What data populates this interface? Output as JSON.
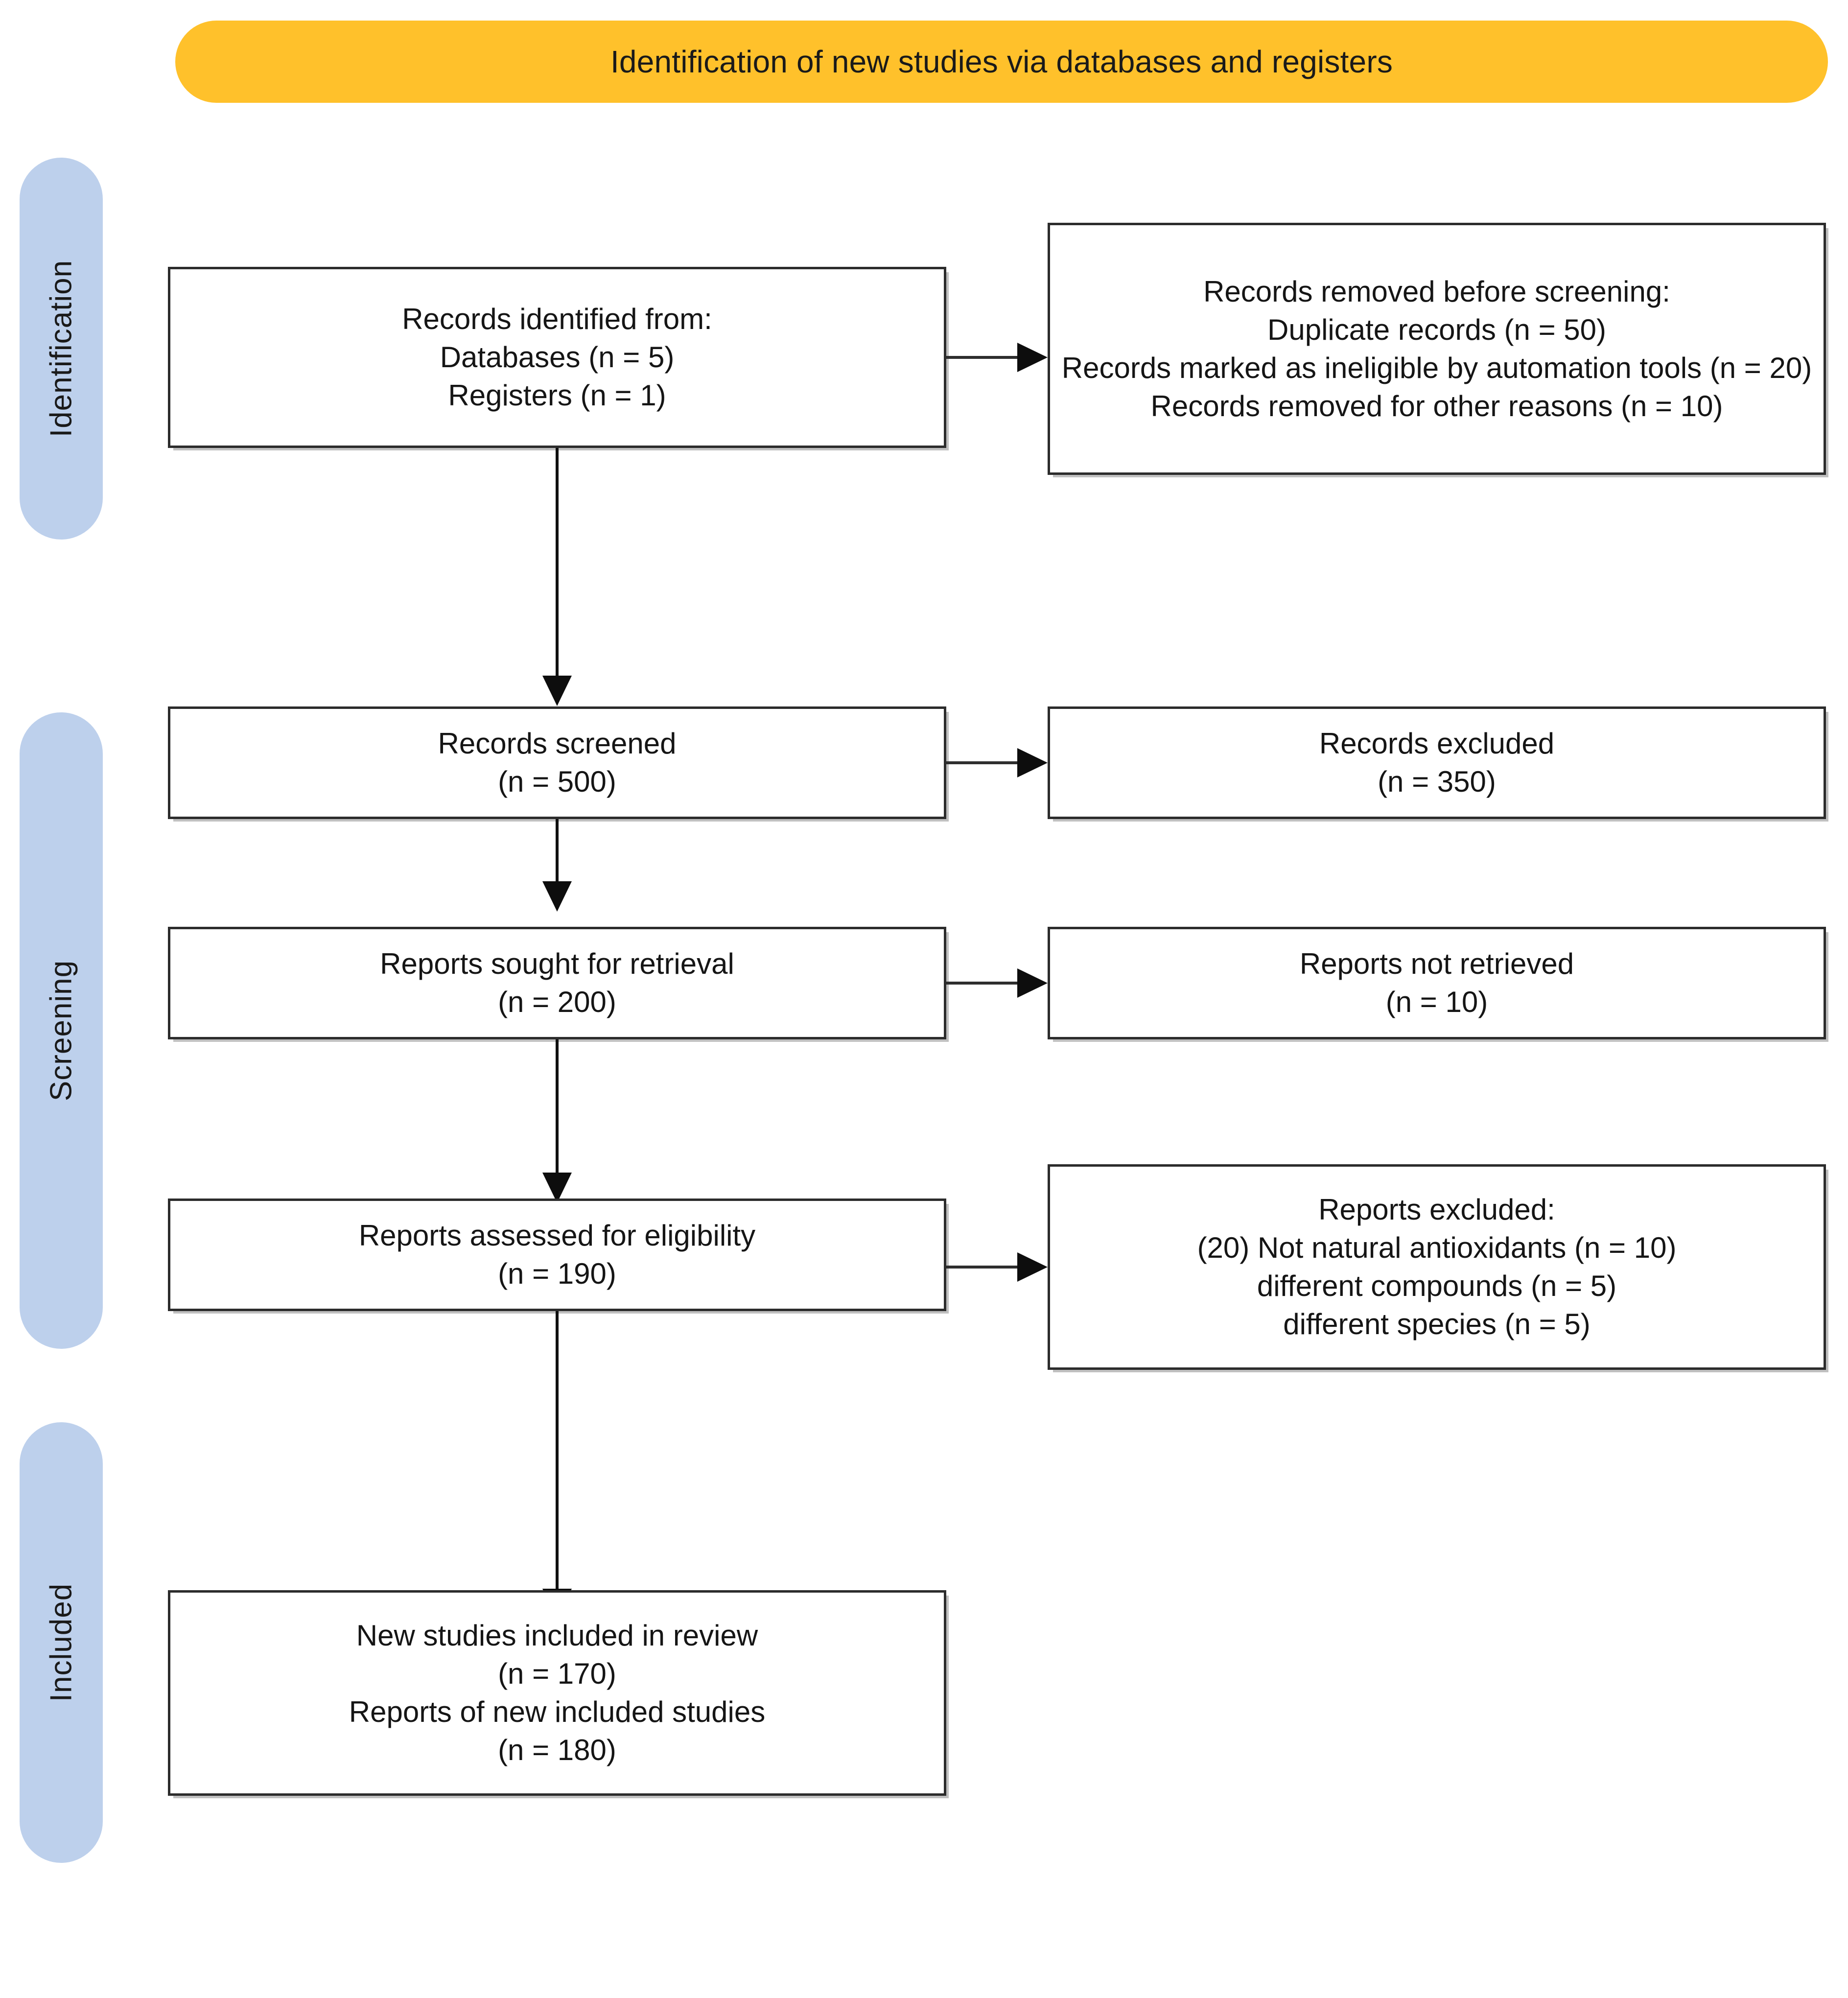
{
  "banner": {
    "title": "Identification of new studies via databases and registers",
    "color": "#FFC12B"
  },
  "stages": [
    {
      "label": "Identification",
      "color": "#BDD0EC"
    },
    {
      "label": "Screening",
      "color": "#BDD0EC"
    },
    {
      "label": "Included",
      "color": "#BDD0EC"
    }
  ],
  "boxes": {
    "records_identified": {
      "lines": [
        "Records identified from:",
        "Databases (n = 5)",
        "Registers (n = 1)"
      ]
    },
    "records_removed": {
      "lines": [
        "Records removed before screening:",
        "Duplicate records (n = 50)",
        "Records marked as ineligible by automation tools (n = 20)",
        "Records removed for other reasons (n = 10)"
      ]
    },
    "records_screened": {
      "lines": [
        "Records screened",
        "(n = 500)"
      ]
    },
    "records_excluded": {
      "lines": [
        "Records excluded",
        "(n = 350)"
      ]
    },
    "reports_sought": {
      "lines": [
        "Reports sought for retrieval",
        "(n = 200)"
      ]
    },
    "reports_not_retrieved": {
      "lines": [
        "Reports not retrieved",
        "(n = 10)"
      ]
    },
    "reports_assessed": {
      "lines": [
        "Reports assessed for eligibility",
        "(n = 190)"
      ]
    },
    "reports_excluded": {
      "lines": [
        "Reports excluded:",
        "(20) Not natural antioxidants (n = 10)",
        "different compounds (n = 5)",
        "different species (n = 5)"
      ]
    },
    "new_studies_included": {
      "lines": [
        "New studies included in review",
        "(n = 170)",
        "Reports of new included studies",
        "(n = 180)"
      ]
    }
  }
}
